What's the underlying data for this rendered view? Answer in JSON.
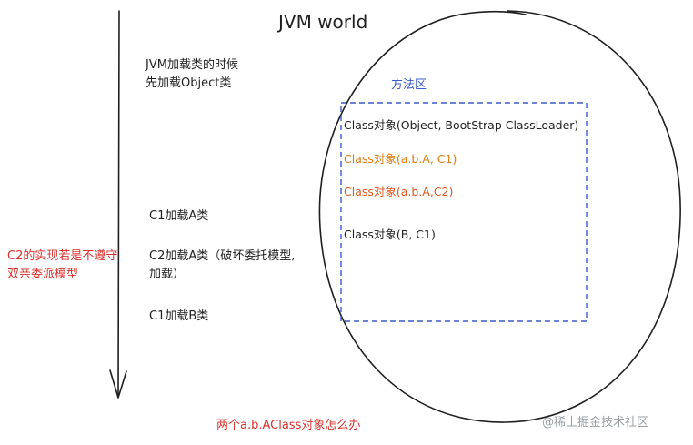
{
  "title": "JVM world",
  "left_notes": {
    "jvm_load": [
      "JVM加载类的时候",
      "先加载Object类"
    ],
    "c1_load_a": "C1加载A类",
    "c2_load_a": [
      "C2加载A类（破坏委托模型,",
      "加载）"
    ],
    "c1_load_b": "C1加载B类"
  },
  "red_note": [
    "C2的实现若是不遵守",
    "双亲委派模型"
  ],
  "method_area": {
    "label": "方法区",
    "entries": [
      {
        "text": "Class对象(Object, BootStrap ClassLoader)",
        "color": "#1f1f1f"
      },
      {
        "text": "Class对象(a.b.A, C1)",
        "color": "#e07b0e"
      },
      {
        "text": "Class对象(a.b.A,C2)",
        "color": "#e0581e"
      },
      {
        "text": "Class对象(B, C1)",
        "color": "#1f1f1f"
      }
    ]
  },
  "bottom_question": "两个a.b.AClass对象怎么办",
  "watermark": "@稀土掘金技术社区",
  "colors": {
    "stroke": "#1f1f1f",
    "dashed_box": "#3b5bc9",
    "highlight_orange": "#e07b0e",
    "highlight_red": "#d9302c"
  }
}
